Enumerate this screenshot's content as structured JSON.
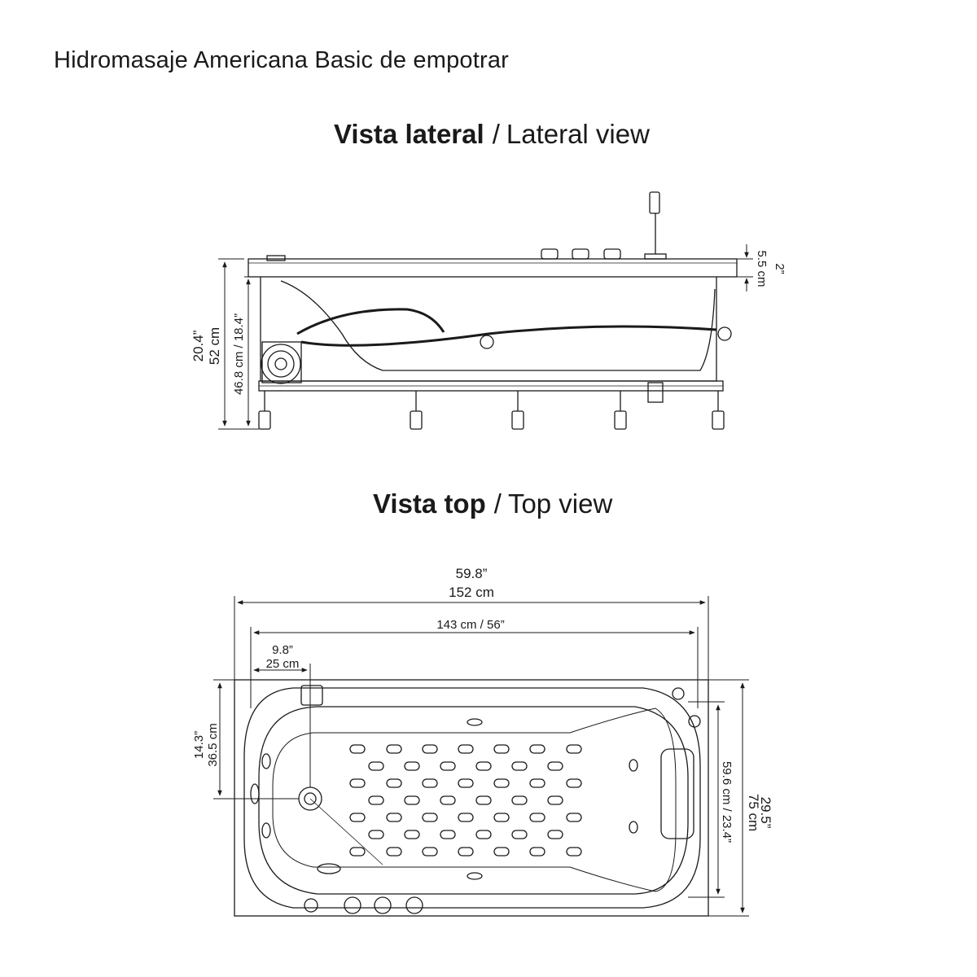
{
  "title": "Hidromasaje Americana Basic de empotrar",
  "lateral": {
    "title_bold": "Vista lateral",
    "separator": "/",
    "title_regular": "Lateral view",
    "dims": {
      "total_height_in": "20.4”",
      "total_height_cm": "52 cm",
      "tub_height": "46.8 cm / 18.4”",
      "rim_in": "2”",
      "rim_cm": "5.5 cm"
    }
  },
  "top": {
    "title_bold": "Vista top",
    "separator": "/",
    "title_regular": "Top view",
    "dims": {
      "length_in": "59.8”",
      "length_cm": "152 cm",
      "inner_length": "143 cm / 56”",
      "drain_offset_in": "9.8”",
      "drain_offset_cm": "25 cm",
      "drain_side_in": "14.3”",
      "drain_side_cm": "36.5 cm",
      "width_in": "29.5”",
      "width_cm": "75 cm",
      "inner_width": "59.6 cm / 23.4”"
    }
  }
}
